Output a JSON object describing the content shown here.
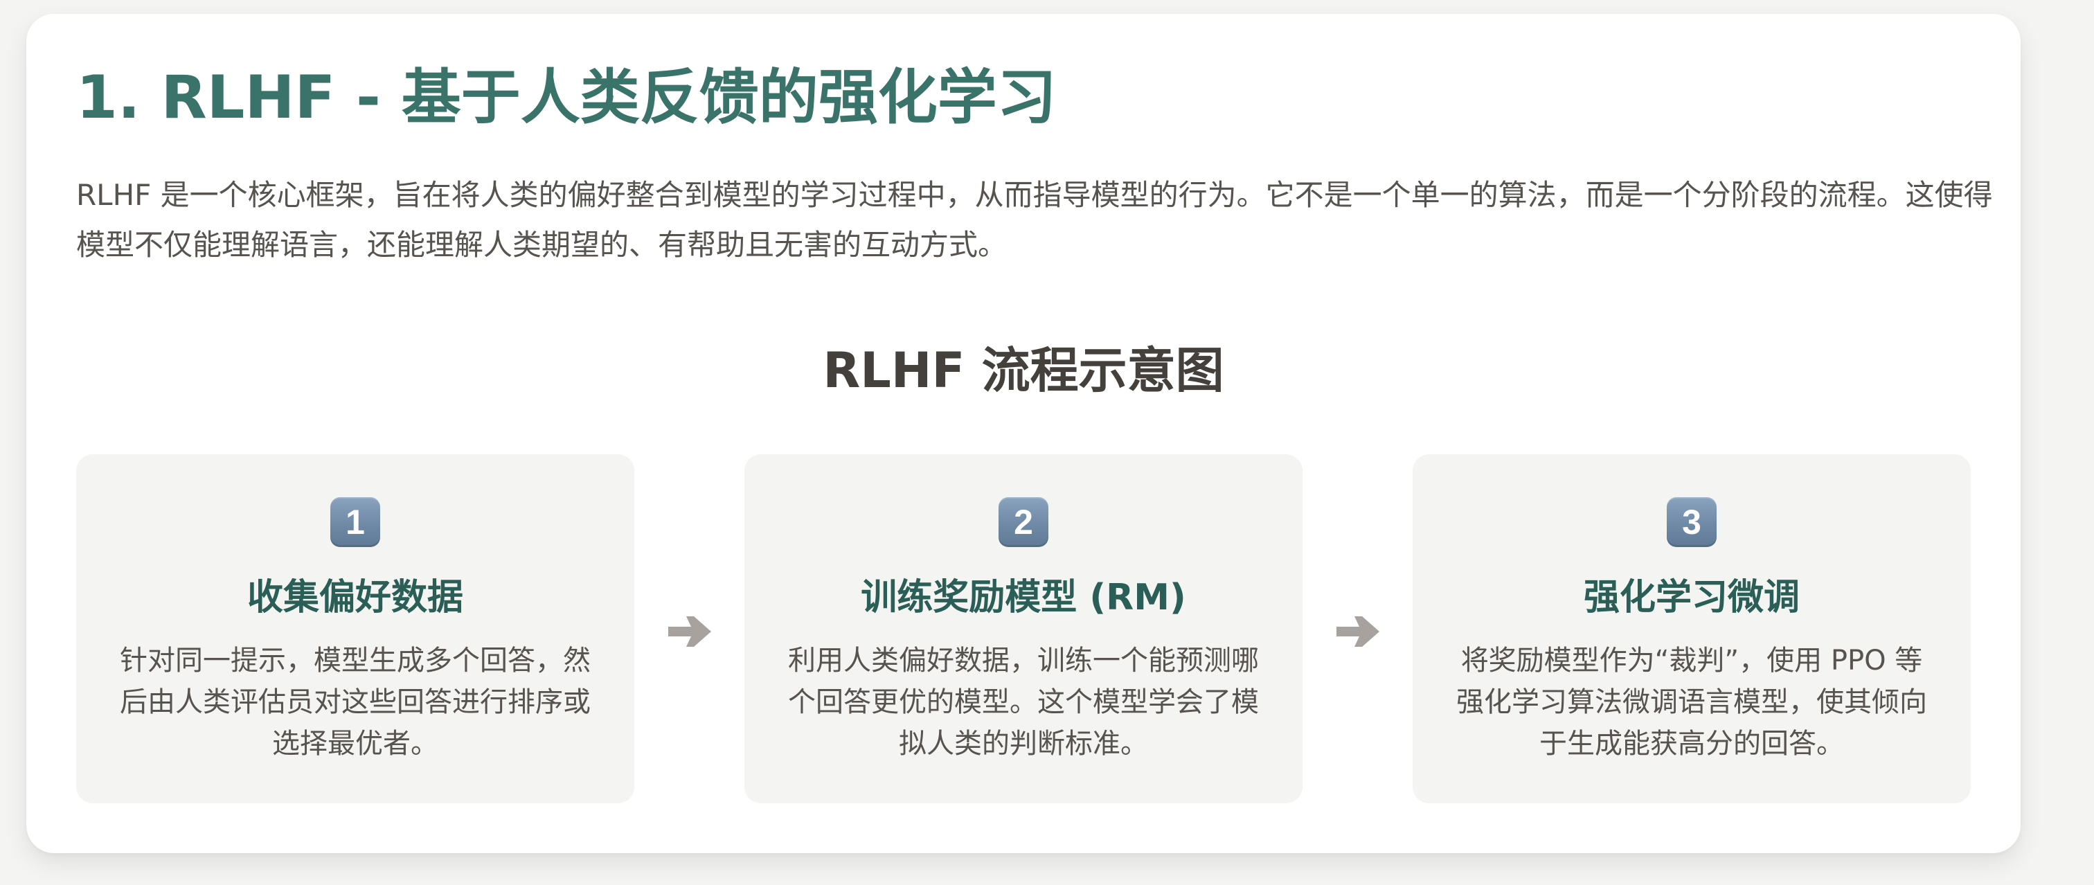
{
  "header": {
    "title": "1. RLHF - 基于人类反馈的强化学习",
    "intro": "RLHF 是一个核心框架，旨在将人类的偏好整合到模型的学习过程中，从而指导模型的行为。它不是一个单一的算法，而是一个分阶段的流程。这使得模型不仅能理解语言，还能理解人类期望的、有帮助且无害的互动方式。"
  },
  "diagram": {
    "heading": "RLHF 流程示意图",
    "steps": [
      {
        "number": "1",
        "icon": "keycap-1-icon",
        "title": "收集偏好数据",
        "body": "针对同一提示，模型生成多个回答，然后由人类评估员对这些回答进行排序或选择最优者。"
      },
      {
        "number": "2",
        "icon": "keycap-2-icon",
        "title": "训练奖励模型 (RM)",
        "body": "利用人类偏好数据，训练一个能预测哪个回答更优的模型。这个模型学会了模拟人类的判断标准。"
      },
      {
        "number": "3",
        "icon": "keycap-3-icon",
        "title": "强化学习微调",
        "body": "将奖励模型作为“裁判”，使用 PPO 等强化学习算法微调语言模型，使其倾向于生成能获高分的回答。"
      }
    ],
    "arrow_icon": "right-arrow-icon"
  },
  "colors": {
    "background": "#f4f4f2",
    "card": "#ffffff",
    "title": "#3a7369",
    "step_title": "#2a5e56",
    "heading": "#44403c",
    "body_text": "#57534e",
    "step_card": "#f4f4f2",
    "arrow": "#a8a29e",
    "keycap": "#6f89a6"
  }
}
